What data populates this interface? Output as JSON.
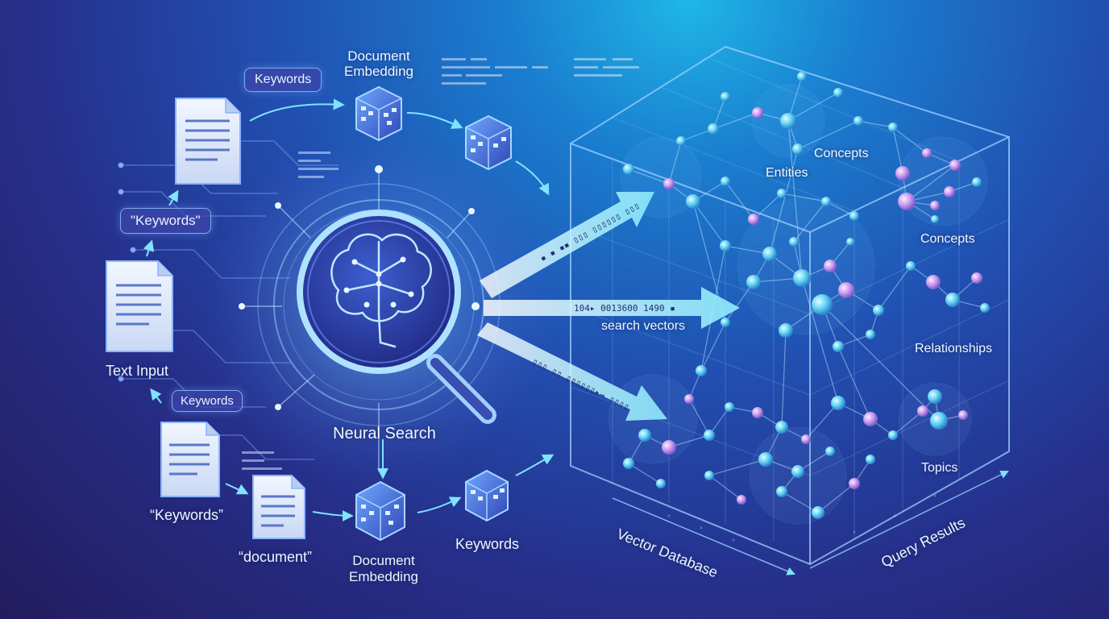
{
  "labels": {
    "keywords_top_bubble": "Keywords",
    "doc_embedding_top": "Document\nEmbedding",
    "keywords_quoted_bubble": "\"Keywords\"",
    "text_input": "Text Input",
    "keywords_lower_bubble": "Keywords",
    "neural_search": "Neural Search",
    "keywords_curly": "“Keywords”",
    "document_quoted": "“document”",
    "doc_embedding_bottom": "Document\nEmbedding",
    "keywords_bottom": "Keywords",
    "search_vectors": "search vectors",
    "entities": "Entities",
    "concepts_1": "Concepts",
    "concepts_2": "Concepts",
    "relationships": "Relationships",
    "topics": "Topics",
    "vector_database": "Vector Database",
    "query_results": "Query Results"
  },
  "streams": {
    "upper": "▪ ▪ ▪▪ ▯▯▯ ▯▯▯▯▯▯ ▯▯▯",
    "middle": "104▸ 0013600   1490 ▪",
    "lower": "▯▯▯ ▯▯ ▯▯▯▯▯▯▸→ ▯▯▯▯"
  },
  "colors": {
    "accent_cyan": "#7fe3ff",
    "node_blue": "#5fd2f5",
    "node_violet": "#c89af0",
    "glow": "#9fd8ff"
  },
  "icons": [
    "document-icon",
    "embedding-cube-icon",
    "magnifier-brain-icon",
    "arrow-icon",
    "network-node-icon"
  ]
}
